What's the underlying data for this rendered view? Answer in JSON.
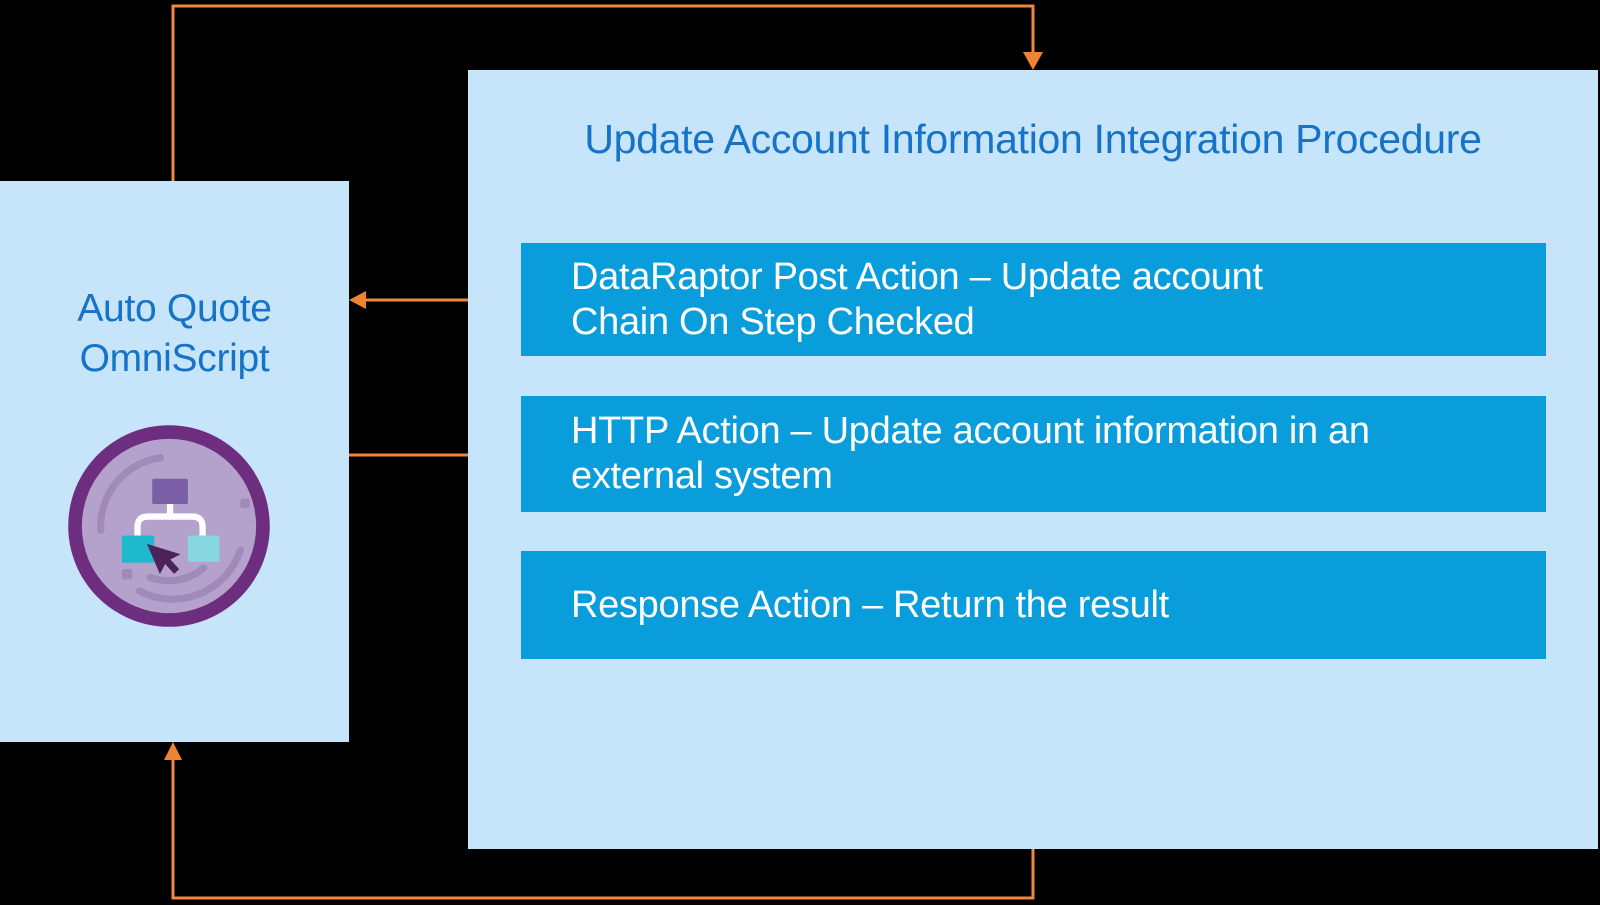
{
  "left_panel": {
    "label": "Auto Quote\nOmniScript",
    "icon": "omniscript-icon"
  },
  "main_panel": {
    "title": "Update Account Information Integration Procedure",
    "steps": [
      {
        "label": "DataRaptor Post Action – Update account\nChain On Step Checked"
      },
      {
        "label": "HTTP Action – Update account information in an\nexternal system"
      },
      {
        "label": "Response Action – Return the result"
      }
    ]
  },
  "colors": {
    "background": "#000000",
    "panel_light_blue": "#C6E5FB",
    "step_blue": "#099DDC",
    "heading_text_blue": "#1673C7",
    "step_text": "#FFFFFF",
    "arrow_orange": "#F0873E",
    "icon_ring_purple": "#6E2E80",
    "icon_face_lavender": "#B5A2CC",
    "icon_arc_lavender": "#9F8ABA",
    "icon_node_purple": "#7A5EA6",
    "icon_node_teal": "#1FB9CE",
    "icon_node_light_teal": "#87D7E1",
    "icon_cursor_purple": "#4B2358",
    "icon_connector_white": "#FFFFFF"
  }
}
